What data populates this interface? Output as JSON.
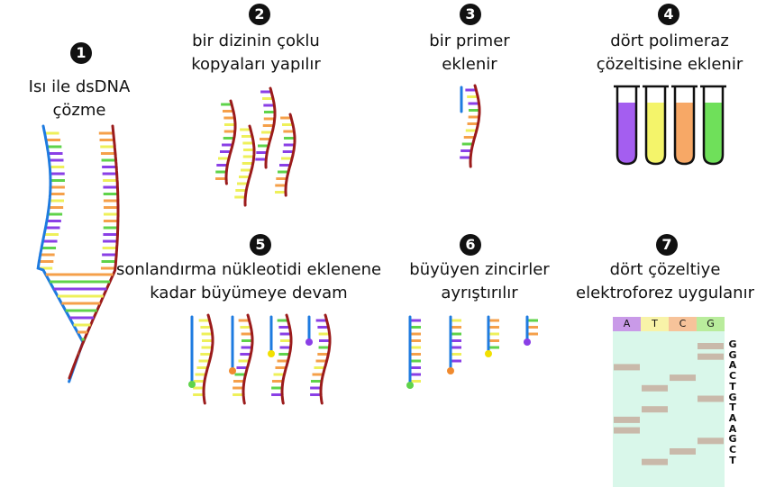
{
  "colors": {
    "strand_red": "#9b1b1b",
    "strand_blue": "#1e7be0",
    "base_purple": "#8a3fe6",
    "base_yellow": "#eef05a",
    "base_orange": "#f5a04a",
    "base_green": "#5fd34a",
    "gel_bg": "#d9f7ea",
    "gel_band": "#c9b9aa"
  },
  "steps": [
    {
      "number": "1",
      "lines": [
        "Isı ile dsDNA",
        "çözme"
      ]
    },
    {
      "number": "2",
      "lines": [
        "bir dizinin çoklu",
        "kopyaları yapılır"
      ]
    },
    {
      "number": "3",
      "lines": [
        "bir primer",
        "eklenir"
      ]
    },
    {
      "number": "4",
      "lines": [
        "dört polimeraz",
        "çözeltisine eklenir"
      ]
    },
    {
      "number": "5",
      "lines": [
        "sonlandırma nükleotidi eklenene",
        "kadar büyümeye devam"
      ]
    },
    {
      "number": "6",
      "lines": [
        "büyüyen zincirler",
        "ayrıştırılır"
      ]
    },
    {
      "number": "7",
      "lines": [
        "dört çözeltiye",
        "elektroforez uygulanır"
      ]
    }
  ],
  "tubes": [
    {
      "color": "#a45ef0"
    },
    {
      "color": "#f4f46a"
    },
    {
      "color": "#f7a866"
    },
    {
      "color": "#6fe05a"
    }
  ],
  "gel": {
    "lanes": [
      {
        "label": "A",
        "color": "#c99ae8"
      },
      {
        "label": "T",
        "color": "#f8f3a8"
      },
      {
        "label": "C",
        "color": "#f7c39a"
      },
      {
        "label": "G",
        "color": "#b9ec9c"
      }
    ],
    "sequence": [
      "G",
      "G",
      "A",
      "C",
      "T",
      "G",
      "T",
      "A",
      "A",
      "G",
      "C",
      "T"
    ]
  }
}
